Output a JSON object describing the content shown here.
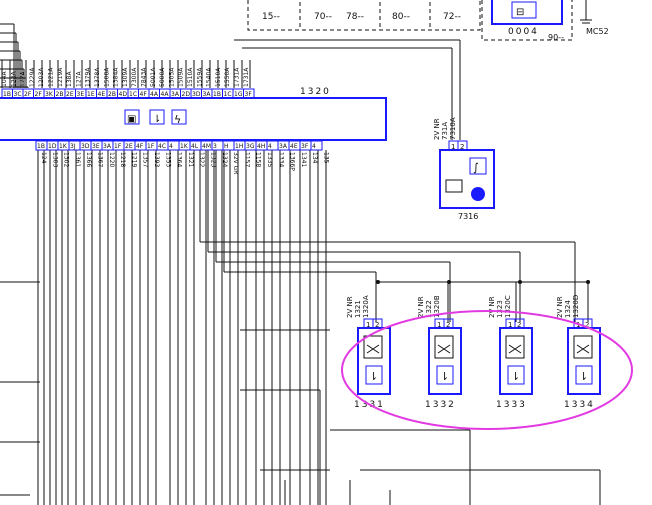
{
  "ecu": {
    "label": "1320",
    "top_pins": [
      "104A",
      "123A",
      "122A",
      "1229A",
      "1203A",
      "1221A",
      "1219A",
      "138A",
      "127A",
      "1379A",
      "1378A",
      "1508A",
      "1384A",
      "1309A",
      "7300A",
      "7843A",
      "5001A",
      "5000A",
      "1505A",
      "1509A",
      "1510A",
      "1559A",
      "1540A",
      "1510A",
      "1550A",
      "1731A",
      "1731A"
    ],
    "top_codes": [
      "1B",
      "3C",
      "2F",
      "2F",
      "3K",
      "2B",
      "2E",
      "3E",
      "1E",
      "4E",
      "2B",
      "4D",
      "1C",
      "4F",
      "4A",
      "4A",
      "3A",
      "2D",
      "3D",
      "3A",
      "1B",
      "1C",
      "1G",
      "3F"
    ],
    "bottom_codes": [
      "1B",
      "1D",
      "1K",
      "3J",
      "3D",
      "3E",
      "3A",
      "1F",
      "2E",
      "4F",
      "1F",
      "4C",
      "4",
      "1K",
      "4L",
      "4M",
      "3",
      "H",
      "1H",
      "3G",
      "4H",
      "4",
      "3A",
      "4E",
      "3F",
      "4"
    ],
    "bottom_wires": [
      "124",
      "1303",
      "1302",
      "1361",
      "1366",
      "1367",
      "1220",
      "1218",
      "1219",
      "1357",
      "1393",
      "1353",
      "1364",
      "1321",
      "1322",
      "1323",
      "1324",
      "32V GR",
      "1157",
      "1158",
      "1335",
      "1334",
      "1366P",
      "1341",
      "134",
      "135"
    ]
  },
  "top_boxes": {
    "codes": [
      "15--",
      "70--",
      "78--",
      "80--",
      "72--"
    ]
  },
  "relay_box": {
    "code": "0004",
    "suffix": "90--",
    "ground_label": "MC52"
  },
  "component_7316": {
    "label": "7316",
    "wire_header": "2V NR",
    "wires": [
      "731A",
      "7310A"
    ],
    "pins": [
      "1",
      "2"
    ]
  },
  "injectors": [
    {
      "label": "1331",
      "wire_header": "2V NR",
      "wires": [
        "1321",
        "1320A"
      ],
      "pins": [
        "1",
        "2"
      ]
    },
    {
      "label": "1332",
      "wire_header": "2V NR",
      "wires": [
        "1322",
        "1320B"
      ],
      "pins": [
        "1",
        "2"
      ]
    },
    {
      "label": "1333",
      "wire_header": "2V NR",
      "wires": [
        "1323",
        "1320C"
      ],
      "pins": [
        "1",
        "2"
      ]
    },
    {
      "label": "1334",
      "wire_header": "2V NR",
      "wires": [
        "1324",
        "1320D"
      ],
      "pins": [
        "1",
        "2"
      ]
    }
  ],
  "highlight_color": "#e23ae2",
  "wire_color": "#111111",
  "component_color": "#1a1aff"
}
